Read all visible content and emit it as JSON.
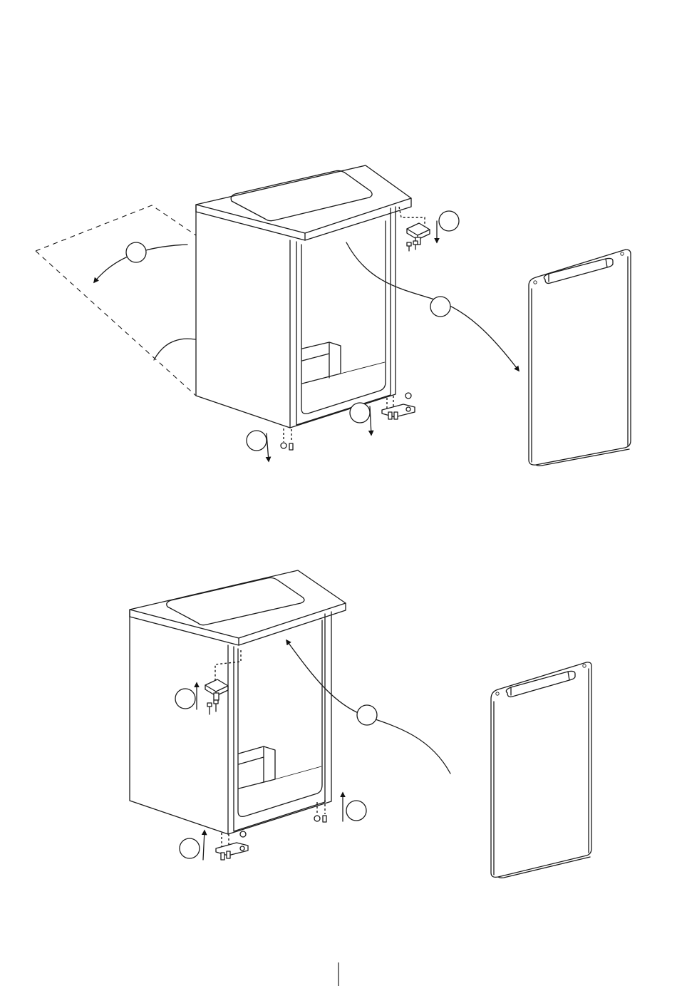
{
  "figure": {
    "type": "door-reversal-instructions",
    "steps": [
      {
        "name": "remove-door",
        "arrows": [
          "top-swing",
          "top-hinge-down",
          "door-remove",
          "bottom-hinge-down",
          "foot-down"
        ]
      },
      {
        "name": "refit-door",
        "arrows": [
          "top-hinge-up",
          "door-refit",
          "foot-up",
          "bottom-hinge-up"
        ]
      }
    ]
  },
  "colors": {
    "ink": "#1a1a1a",
    "background": "#ffffff"
  }
}
